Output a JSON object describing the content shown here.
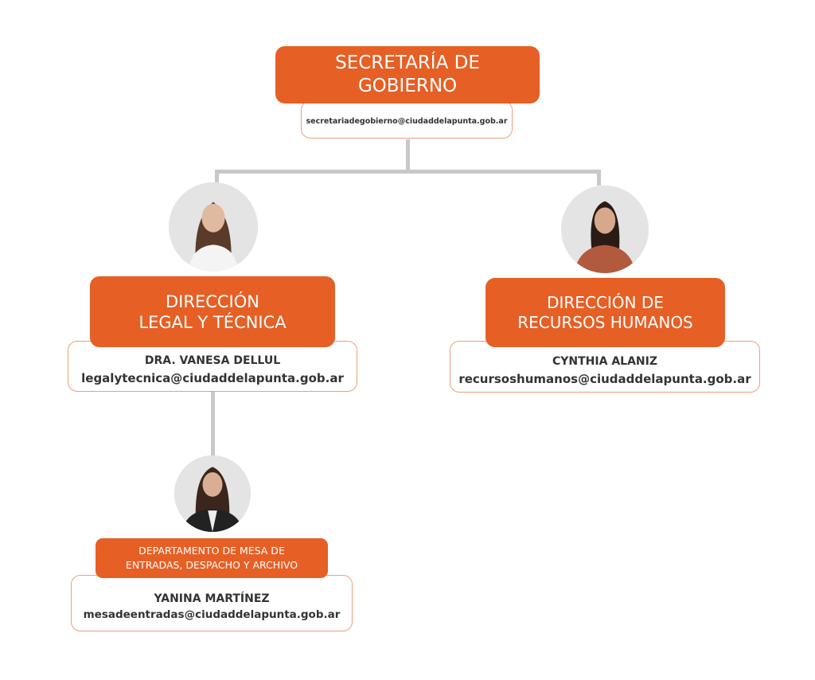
{
  "top": {
    "title_line1": "SECRETARÍA DE",
    "title_line2": "GOBIERNO",
    "email": "secretariadegobierno@ciudaddelapunta.gob.ar"
  },
  "left": {
    "title_line1": "DIRECCIÓN",
    "title_line2": "LEGAL Y TÉCNICA",
    "person": "DRA. VANESA DELLUL",
    "email": "legalytecnica@ciudaddelapunta.gob.ar"
  },
  "right": {
    "title_line1": "DIRECCIÓN DE",
    "title_line2": "RECURSOS HUMANOS",
    "person": "CYNTHIA ALANIZ",
    "email": "recursoshumanos@ciudaddelapunta.gob.ar"
  },
  "bottom": {
    "title_line1": "DEPARTAMENTO DE MESA DE",
    "title_line2": "ENTRADAS, DESPACHO Y ARCHIVO",
    "person": "YANINA MARTÍNEZ",
    "email": "mesadeentradas@ciudaddelapunta.gob.ar"
  },
  "colors": {
    "accent": "#e65f25",
    "connector": "#c8c8c8",
    "text": "#333333"
  }
}
